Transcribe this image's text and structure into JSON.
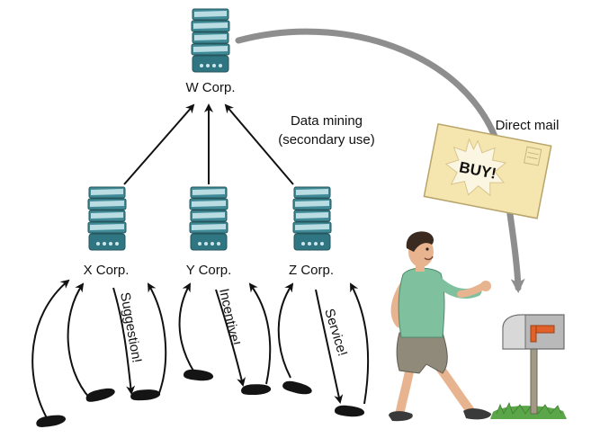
{
  "labels": {
    "w_corp": "W Corp.",
    "x_corp": "X Corp.",
    "y_corp": "Y Corp.",
    "z_corp": "Z Corp.",
    "data_mining_line1": "Data mining",
    "data_mining_line2": "(secondary use)",
    "direct_mail": "Direct mail",
    "envelope_text": "BUY!",
    "x_arrow_text": "Suggestion!",
    "y_arrow_text": "Incentive!",
    "z_arrow_text": "Service!"
  },
  "icons": [
    "server-stack-icon",
    "footprint-icon",
    "envelope-icon",
    "mailbox-icon",
    "person-walking-icon"
  ],
  "colors": {
    "server_teal": "#3f8a96",
    "server_light": "#b9dde2",
    "arc_gray": "#8e8e8e",
    "envelope": "#f5e6b0",
    "starburst": "#fbf6e1",
    "mailbox_flag": "#e0622a",
    "shirt": "#7fc09f",
    "shorts": "#8f8a79",
    "grass": "#5aa648"
  }
}
